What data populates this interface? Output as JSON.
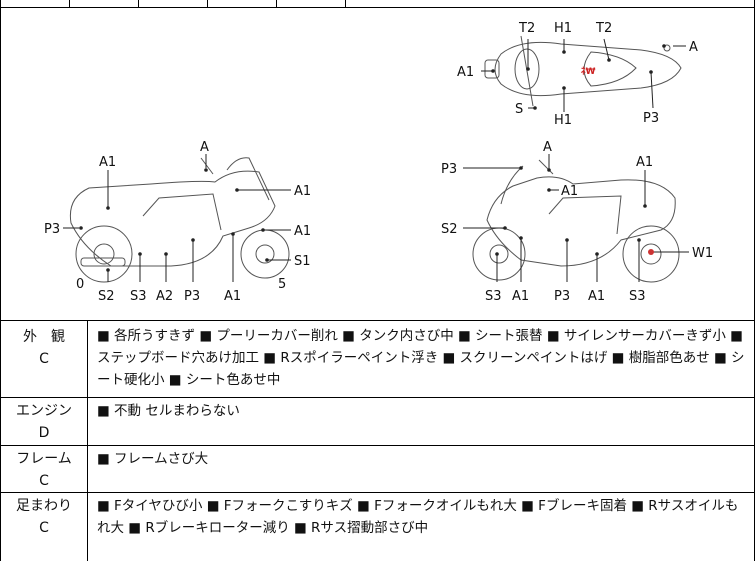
{
  "diagram": {
    "top_view_labels": [
      "T2",
      "H1",
      "T2",
      "A",
      "A1",
      "S",
      "H1",
      "P3"
    ],
    "left_view_labels": [
      "A",
      "A1",
      "A1",
      "P3",
      "A1",
      "S1",
      "0",
      "5",
      "S2",
      "S3",
      "A2",
      "P3",
      "A1"
    ],
    "right_view_labels": [
      "A",
      "P3",
      "A1",
      "A1",
      "S2",
      "W1",
      "S3",
      "A1",
      "P3",
      "A1",
      "S3"
    ]
  },
  "rows": [
    {
      "category": "外　観",
      "grade": "C",
      "text": "■ 各所うすきず ■ プーリーカバー削れ ■ タンク内さび中 ■ シート張替 ■ サイレンサーカバーきず小 ■ ステップボード穴あけ加工 ■ Rスポイラーペイント浮き ■ スクリーンペイントはげ ■ 樹脂部色あせ ■ シート硬化小 ■ シート色あせ中"
    },
    {
      "category": "エンジン",
      "grade": "D",
      "text": "■ 不動 セルまわらない"
    },
    {
      "category": "フレーム",
      "grade": "C",
      "text": "■ フレームさび大"
    },
    {
      "category": "足まわり",
      "grade": "C",
      "text": "■ Fタイヤひび小 ■ Fフォークこすりキズ ■ Fフォークオイルもれ大 ■ Fブレーキ固着 ■ Rサスオイルもれ大 ■ Rブレーキローター減り ■ Rサス摺動部さび中"
    }
  ]
}
